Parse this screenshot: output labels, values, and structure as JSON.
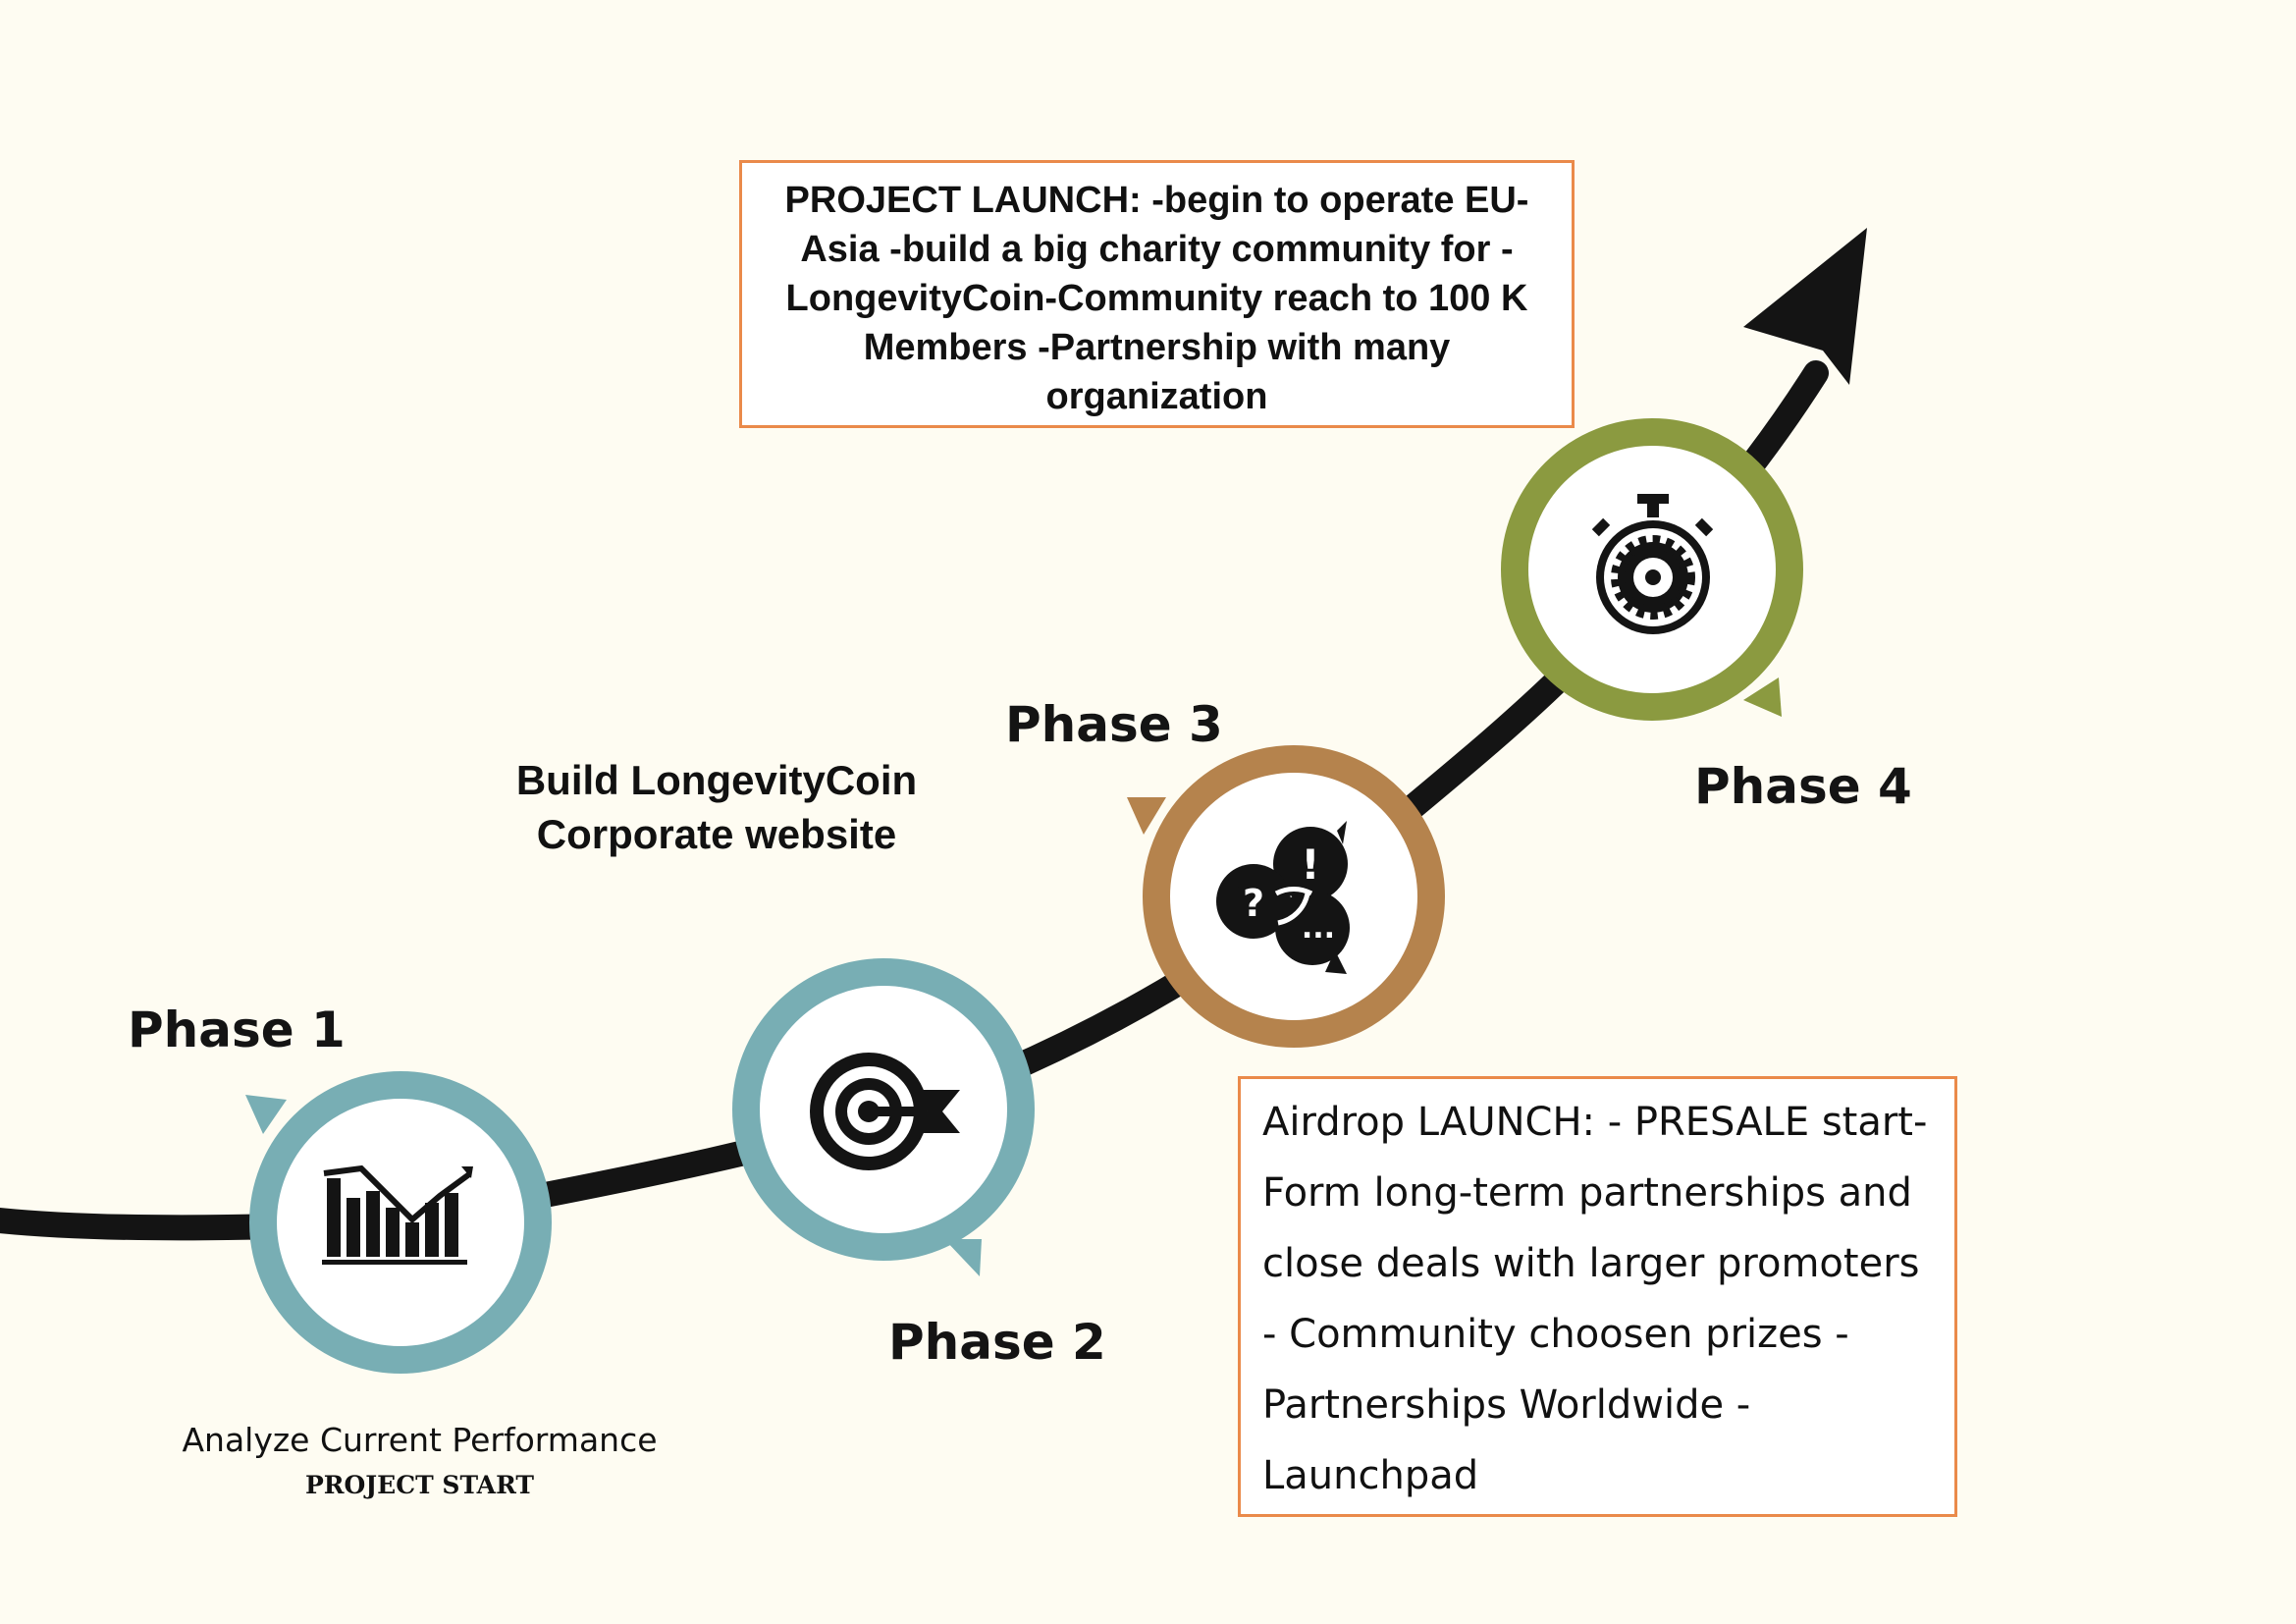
{
  "phases": [
    {
      "label": "Phase 1",
      "icon": "growth-chart-icon",
      "ring_color": "#78aeb4"
    },
    {
      "label": "Phase 2",
      "icon": "target-arrow-icon",
      "ring_color": "#78aeb4"
    },
    {
      "label": "Phase 3",
      "icon": "speech-bubbles-icon",
      "ring_color": "#b5834d"
    },
    {
      "label": "Phase 4",
      "icon": "stopwatch-gear-icon",
      "ring_color": "#8b9a40"
    }
  ],
  "captions": {
    "analyze": "Analyze Current Performance",
    "project_start": "PROJECT START",
    "website": [
      "Build LongevityCoin",
      "Corporate website"
    ]
  },
  "boxes": {
    "project_launch": [
      "PROJECT LAUNCH: -begin to operate EU-",
      "Asia -build a big charity community for -",
      "LongevityCoin-Community reach to 100 K",
      "Members -Partnership with many",
      "organization"
    ],
    "airdrop_launch": [
      "Airdrop LAUNCH: - PRESALE start-",
      "Form long-term partnerships and",
      "close deals with larger promoters",
      "- Community choosen prizes -",
      "Partnerships Worldwide -",
      "Launchpad"
    ]
  },
  "colors": {
    "background": "#fefcf2",
    "path": "#141414",
    "box_border": "#ea8a4a",
    "teal": "#78aeb4",
    "brown": "#b5834d",
    "olive": "#8b9a40"
  }
}
